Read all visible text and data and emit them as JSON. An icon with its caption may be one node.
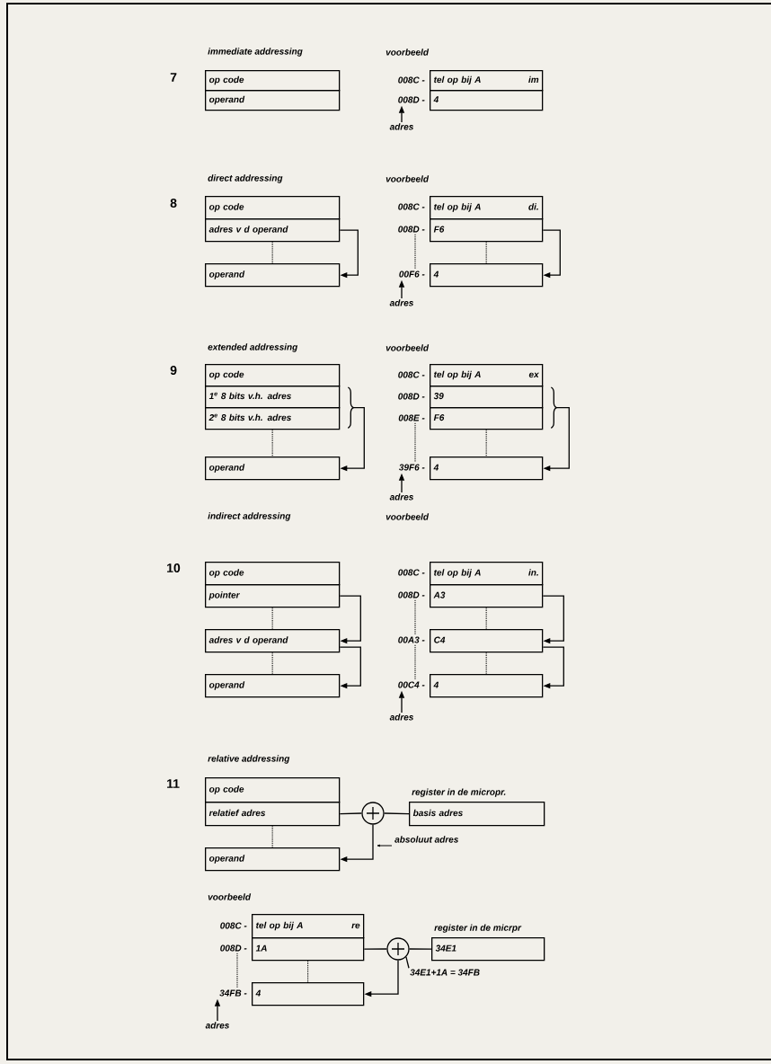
{
  "diagram": {
    "nodes": [
      {
        "text": [
          "op code"
        ]
      },
      {
        "text": [
          "operand"
        ]
      },
      {
        "text": [
          "tel op bij A",
          "im"
        ]
      },
      {
        "text": [
          "4"
        ]
      },
      {
        "text": [
          "adres"
        ]
      },
      {
        "text": [
          "op code"
        ]
      },
      {
        "text": [
          "adres v d operand"
        ]
      },
      {
        "text": [
          "operand"
        ]
      },
      {
        "text": [
          "tel op bij A",
          "di."
        ]
      },
      {
        "text": [
          "F6"
        ]
      },
      {
        "text": [
          "4"
        ]
      },
      {
        "text": [
          "adres"
        ]
      },
      {
        "text": [
          "op code"
        ]
      },
      {
        "text": [
          "1$^{e}$ 8 bits v.h. adres"
        ]
      },
      {
        "text": [
          "2$^{e}$ 8 bits v.h. adres"
        ]
      },
      {
        "text": [
          "operand"
        ]
      },
      {
        "text": [
          "tel op bij A",
          "ex"
        ]
      },
      {
        "text": [
          "39"
        ]
      },
      {
        "text": [
          "F6"
        ]
      },
      {
        "text": [
          "4"
        ]
      },
      {
        "text": [
          "adres"
        ]
      },
      {
        "text": [
          "op code"
        ]
      },
      {
        "text": [
          "pointer"
        ]
      },
      {
        "text": [
          "adres v d operand"
        ]
      },
      {
        "text": [
          "operand"
        ]
      },
      {
        "text": [
          "tel op bij A",
          "in."
        ]
      },
      {
        "text": [
          "A3"
        ]
      },
      {
        "text": [
          "C4"
        ]
      },
      {
        "text": [
          "4"
        ]
      },
      {
        "text": [
          "adres"
        ]
      },
      {
        "text": [
          "op code"
        ]
      },
      {
        "text": [
          "relatief adres"
        ]
      },
      {
        "text": [],
        "shape": "circle"
      },
      {
        "text": [
          "register in de micropr.",
          "basis adres"
        ]
      },
      {
        "text": [
          "operand"
        ]
      },
      {
        "text": [
          "tel op bij A",
          "re"
        ]
      },
      {
        "text": [
          "1A"
        ]
      },
      {
        "text": [],
        "shape": "circle"
      },
      {
        "text": [
          "register in de micrpr",
          "34E1"
        ]
      },
      {
        "text": [
          "34E1+1A = 34FB"
        ]
      },
      {
        "text": [
          "4"
        ]
      },
      {
        "text": [
          "adres"
        ]
      },
      {
        "text": [
          "008D -"
        ]
      },
      {
        "text": [
          "00F6 -"
        ]
      },
      {
        "text": [
          "39F6 -"
        ]
      },
      {
        "text": [
          "00C4 -"
        ]
      },
      {
        "text": [
          "34FB -"
        ]
      },
      {
        "text": [
          "008D -"
        ]
      },
      {
        "text": [
          "008E -"
        ]
      },
      {
        "text": [
          "008D -"
        ]
      },
      {
        "text": [
          "00A3 -"
        ]
      },
      {
        "text": [
          "008D -"
        ]
      }
    ],
    "edges": [
      {
        "from": 4,
        "to": 42,
        "arrow": "to"
      },
      {
        "from": 6,
        "to": 7,
        "arrow": "to"
      },
      {
        "from": 6,
        "to": 7,
        "arrow": "none",
        "style": "dashed"
      },
      {
        "from": 9,
        "to": 10,
        "arrow": "to"
      },
      {
        "from": 9,
        "to": 10,
        "arrow": "none",
        "style": "dashed"
      },
      {
        "from": 11,
        "to": 43,
        "arrow": "to"
      },
      {
        "from": 13,
        "to": 15,
        "arrow": "to"
      },
      {
        "from": 14,
        "to": 15,
        "arrow": "to"
      },
      {
        "from": 14,
        "to": 15,
        "arrow": "none",
        "style": "dashed"
      },
      {
        "from": 17,
        "to": 19,
        "arrow": "to"
      },
      {
        "from": 18,
        "to": 19,
        "arrow": "to"
      },
      {
        "from": 18,
        "to": 19,
        "arrow": "none",
        "style": "dashed"
      },
      {
        "from": 20,
        "to": 44,
        "arrow": "to"
      },
      {
        "from": 22,
        "to": 23,
        "arrow": "to"
      },
      {
        "from": 23,
        "to": 24,
        "arrow": "to"
      },
      {
        "from": 22,
        "to": 23,
        "arrow": "none",
        "style": "dashed"
      },
      {
        "from": 23,
        "to": 24,
        "arrow": "none",
        "style": "dashed"
      },
      {
        "from": 26,
        "to": 27,
        "arrow": "to"
      },
      {
        "from": 27,
        "to": 28,
        "arrow": "to"
      },
      {
        "from": 26,
        "to": 27,
        "arrow": "none",
        "style": "dashed"
      },
      {
        "from": 27,
        "to": 28,
        "arrow": "none",
        "style": "dashed"
      },
      {
        "from": 29,
        "to": 45,
        "arrow": "to"
      },
      {
        "from": 31,
        "to": 32,
        "arrow": "none"
      },
      {
        "from": 33,
        "to": 32,
        "arrow": "none"
      },
      {
        "from": 32,
        "to": 34,
        "arrow": "to",
        "label": "absoluut adres"
      },
      {
        "from": 31,
        "to": 34,
        "arrow": "none",
        "style": "dashed"
      },
      {
        "from": 36,
        "to": 37,
        "arrow": "none"
      },
      {
        "from": 38,
        "to": 37,
        "arrow": "none"
      },
      {
        "from": 37,
        "to": 40,
        "arrow": "to"
      },
      {
        "from": 39,
        "to": 37,
        "arrow": "none"
      },
      {
        "from": 36,
        "to": 40,
        "arrow": "none",
        "style": "dashed"
      },
      {
        "from": 41,
        "to": 46,
        "arrow": "to"
      },
      {
        "from": 47,
        "to": 43,
        "arrow": "none",
        "style": "dashed"
      },
      {
        "from": 48,
        "to": 44,
        "arrow": "none",
        "style": "dashed"
      },
      {
        "from": 49,
        "to": 50,
        "arrow": "none",
        "style": "dashed"
      },
      {
        "from": 50,
        "to": 45,
        "arrow": "none",
        "style": "dashed"
      },
      {
        "from": 51,
        "to": 46,
        "arrow": "none",
        "style": "dashed"
      }
    ],
    "labels": [
      "7",
      "immediate addressing",
      "voorbeeld",
      "008C -",
      "8",
      "direct addressing",
      "voorbeeld",
      "008C -",
      "9",
      "extended addressing",
      "voorbeeld",
      "008C -",
      "008D -",
      "10",
      "indirect addressing",
      "voorbeeld",
      "008C -",
      "11",
      "relative addressing",
      "voorbeeld",
      "008C -"
    ]
  }
}
